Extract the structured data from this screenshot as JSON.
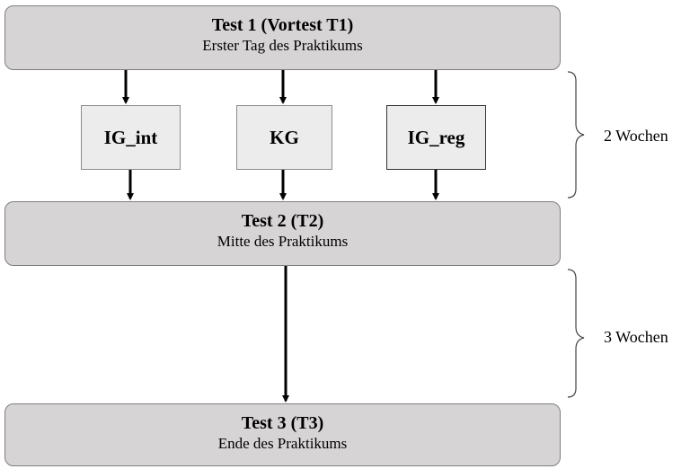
{
  "tests": [
    {
      "title": "Test 1 (Vortest T1)",
      "subtitle": "Erster Tag des Praktikums"
    },
    {
      "title": "Test 2 (T2)",
      "subtitle": "Mitte des Praktikums"
    },
    {
      "title": "Test 3 (T3)",
      "subtitle": "Ende des Praktikums"
    }
  ],
  "groups": [
    "IG_int",
    "KG",
    "IG_reg"
  ],
  "durations": [
    "2 Wochen",
    "3 Wochen"
  ]
}
